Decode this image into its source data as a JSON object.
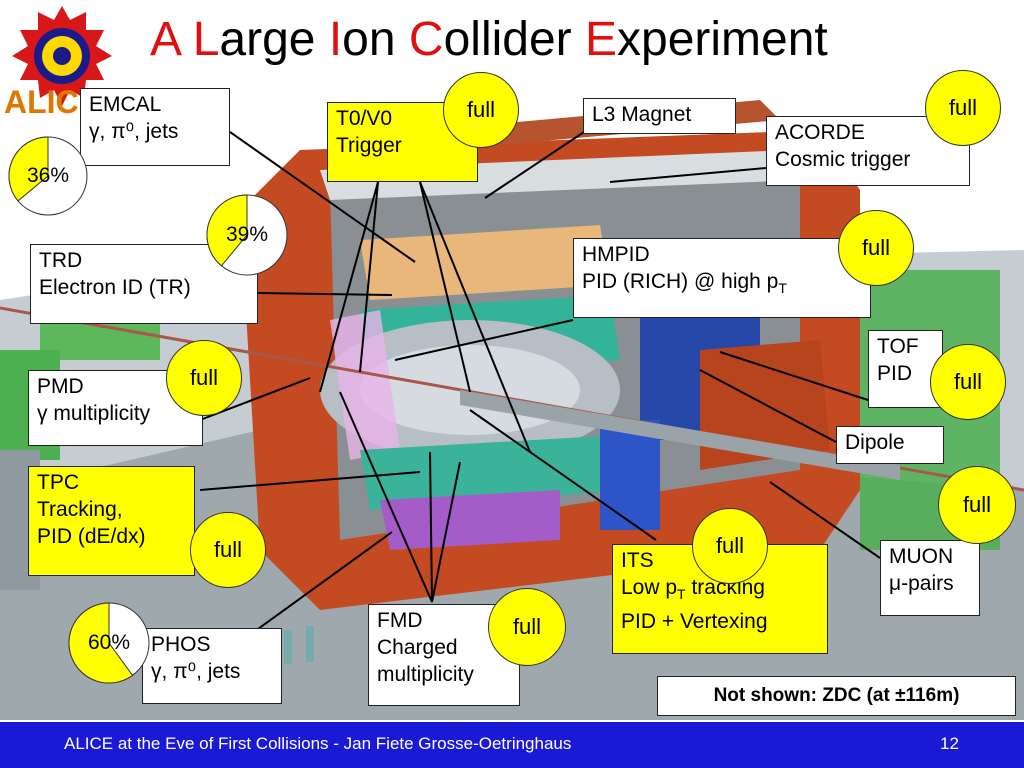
{
  "title": {
    "parts": [
      {
        "text": "A",
        "red": true
      },
      {
        "text": " ",
        "red": false
      },
      {
        "text": "L",
        "red": true
      },
      {
        "text": "arge ",
        "red": false
      },
      {
        "text": "I",
        "red": true
      },
      {
        "text": "on ",
        "red": false
      },
      {
        "text": "C",
        "red": true
      },
      {
        "text": "ollider ",
        "red": false
      },
      {
        "text": "E",
        "red": true
      },
      {
        "text": "xperiment",
        "red": false
      }
    ]
  },
  "logo": {
    "text": "ALICE"
  },
  "labels": {
    "emcal": {
      "line1": "EMCAL",
      "line2": "γ, π⁰, jets"
    },
    "t0v0": {
      "line1": "T0/V0",
      "line2": "Trigger"
    },
    "l3": {
      "line1": "L3 Magnet"
    },
    "acorde": {
      "line1": "ACORDE",
      "line2": "Cosmic trigger"
    },
    "trd": {
      "line1": "TRD",
      "line2": "Electron ID (TR)"
    },
    "hmpid": {
      "line1": "HMPID",
      "line2": "PID (RICH) @ high p",
      "sub": "T"
    },
    "tof": {
      "line1": "TOF",
      "line2": "PID"
    },
    "pmd": {
      "line1": "PMD",
      "line2": "γ multiplicity"
    },
    "dipole": {
      "line1": "Dipole"
    },
    "tpc": {
      "line1": "TPC",
      "line2": "Tracking,",
      "line3": "PID (dE/dx)"
    },
    "its": {
      "line1": "ITS",
      "line2a": "Low p",
      "line2sub": "T",
      "line2b": " tracking",
      "line3": "PID + Vertexing"
    },
    "muon": {
      "line1": "MUON",
      "line2": "μ-pairs"
    },
    "fmd": {
      "line1": "FMD",
      "line2": "Charged",
      "line3": "multiplicity"
    },
    "phos": {
      "line1": "PHOS",
      "line2": "γ, π⁰, jets"
    }
  },
  "badges": {
    "full_label": "full",
    "items": [
      "t0v0",
      "acorde",
      "hmpid",
      "pmd",
      "tof",
      "tpc",
      "muon",
      "its",
      "fmd"
    ]
  },
  "pies": [
    {
      "id": "emcal",
      "text": "36%",
      "fraction": 0.36
    },
    {
      "id": "trd",
      "text": "39%",
      "fraction": 0.39
    },
    {
      "id": "phos",
      "text": "60%",
      "fraction": 0.6
    }
  ],
  "not_shown": "Not shown: ZDC (at ±116m)",
  "footer": {
    "left": "ALICE at the Eve of First Collisions  - Jan Fiete Grosse-Oetringhaus",
    "page": "12"
  },
  "colors": {
    "accent_red": "#e01010",
    "badge_yellow": "#ffff00",
    "footer_blue": "#1a1ad6",
    "label_yellow": "#ffff00"
  }
}
